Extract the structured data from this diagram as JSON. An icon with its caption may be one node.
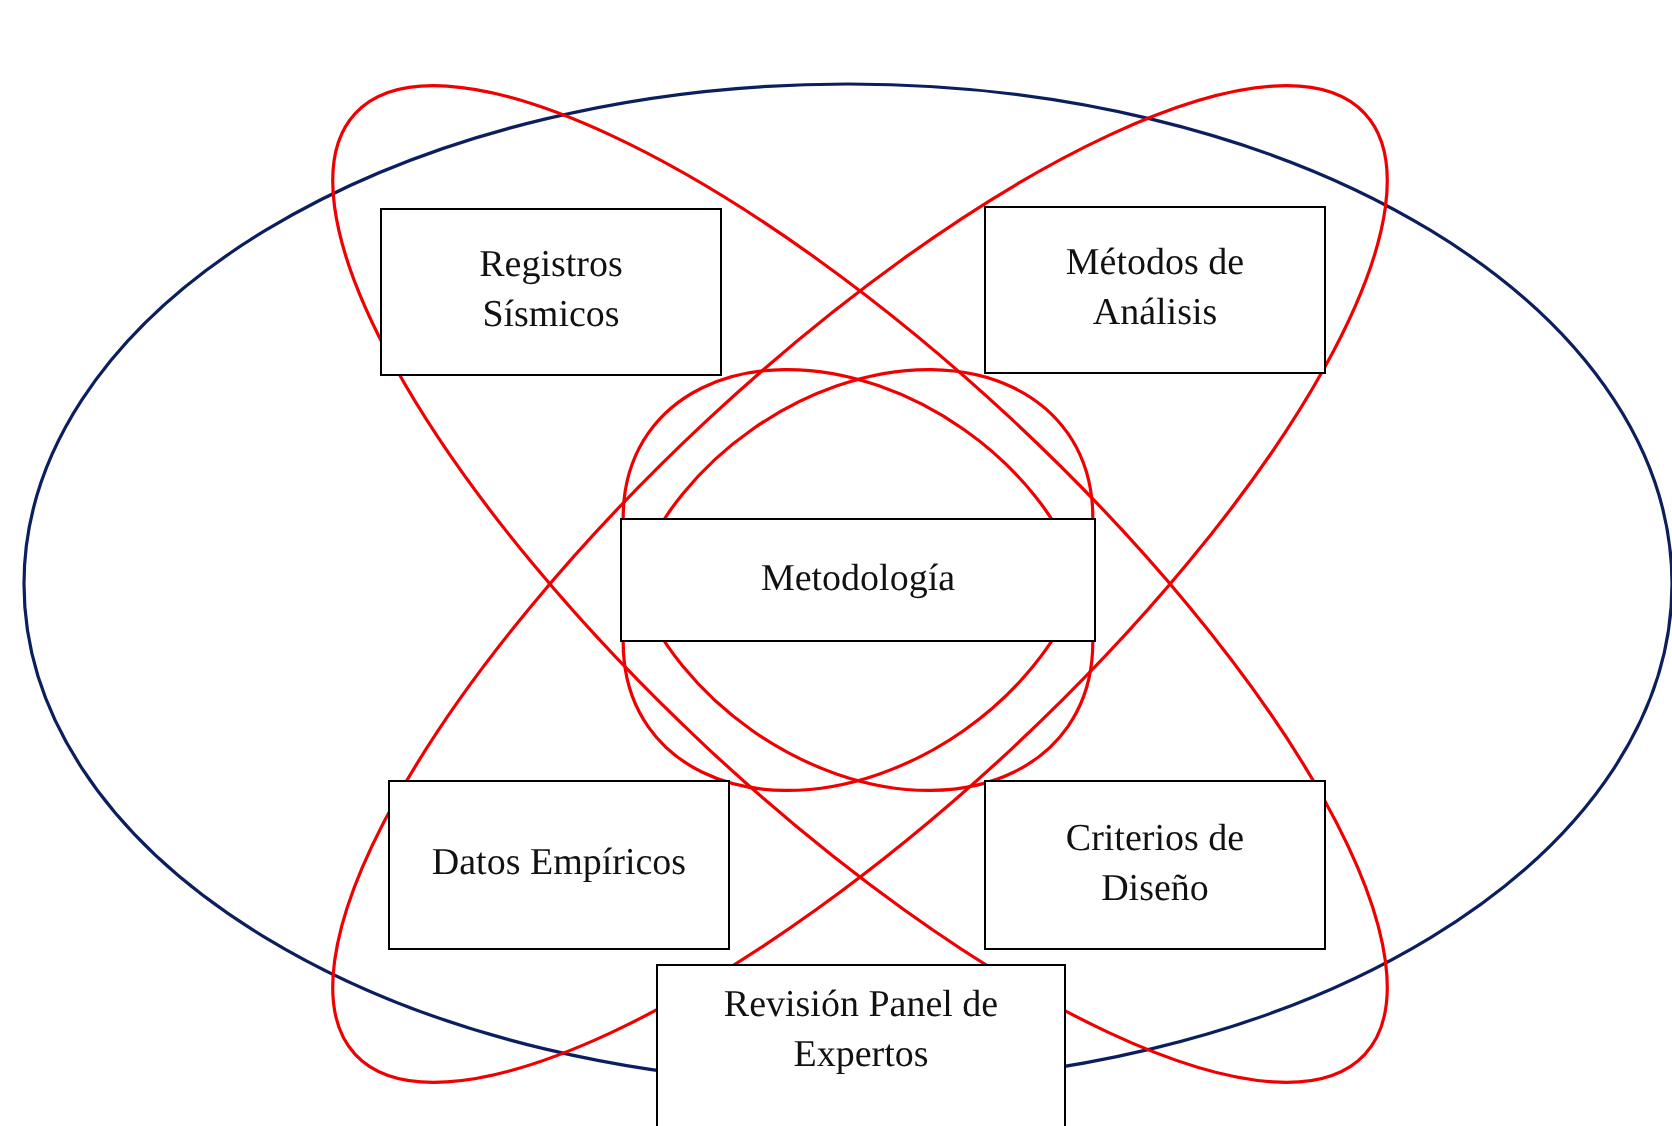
{
  "diagram": {
    "nodes": [
      {
        "text": [
          "Registros Sísmicos"
        ]
      },
      {
        "text": [
          "Métodos de Análisis"
        ]
      },
      {
        "text": [
          "Metodología"
        ]
      },
      {
        "text": [
          "Datos Empíricos"
        ]
      },
      {
        "text": [
          "Criterios de Diseño"
        ]
      },
      {
        "text": [
          "Revisión Panel de Expertos"
        ]
      }
    ]
  }
}
